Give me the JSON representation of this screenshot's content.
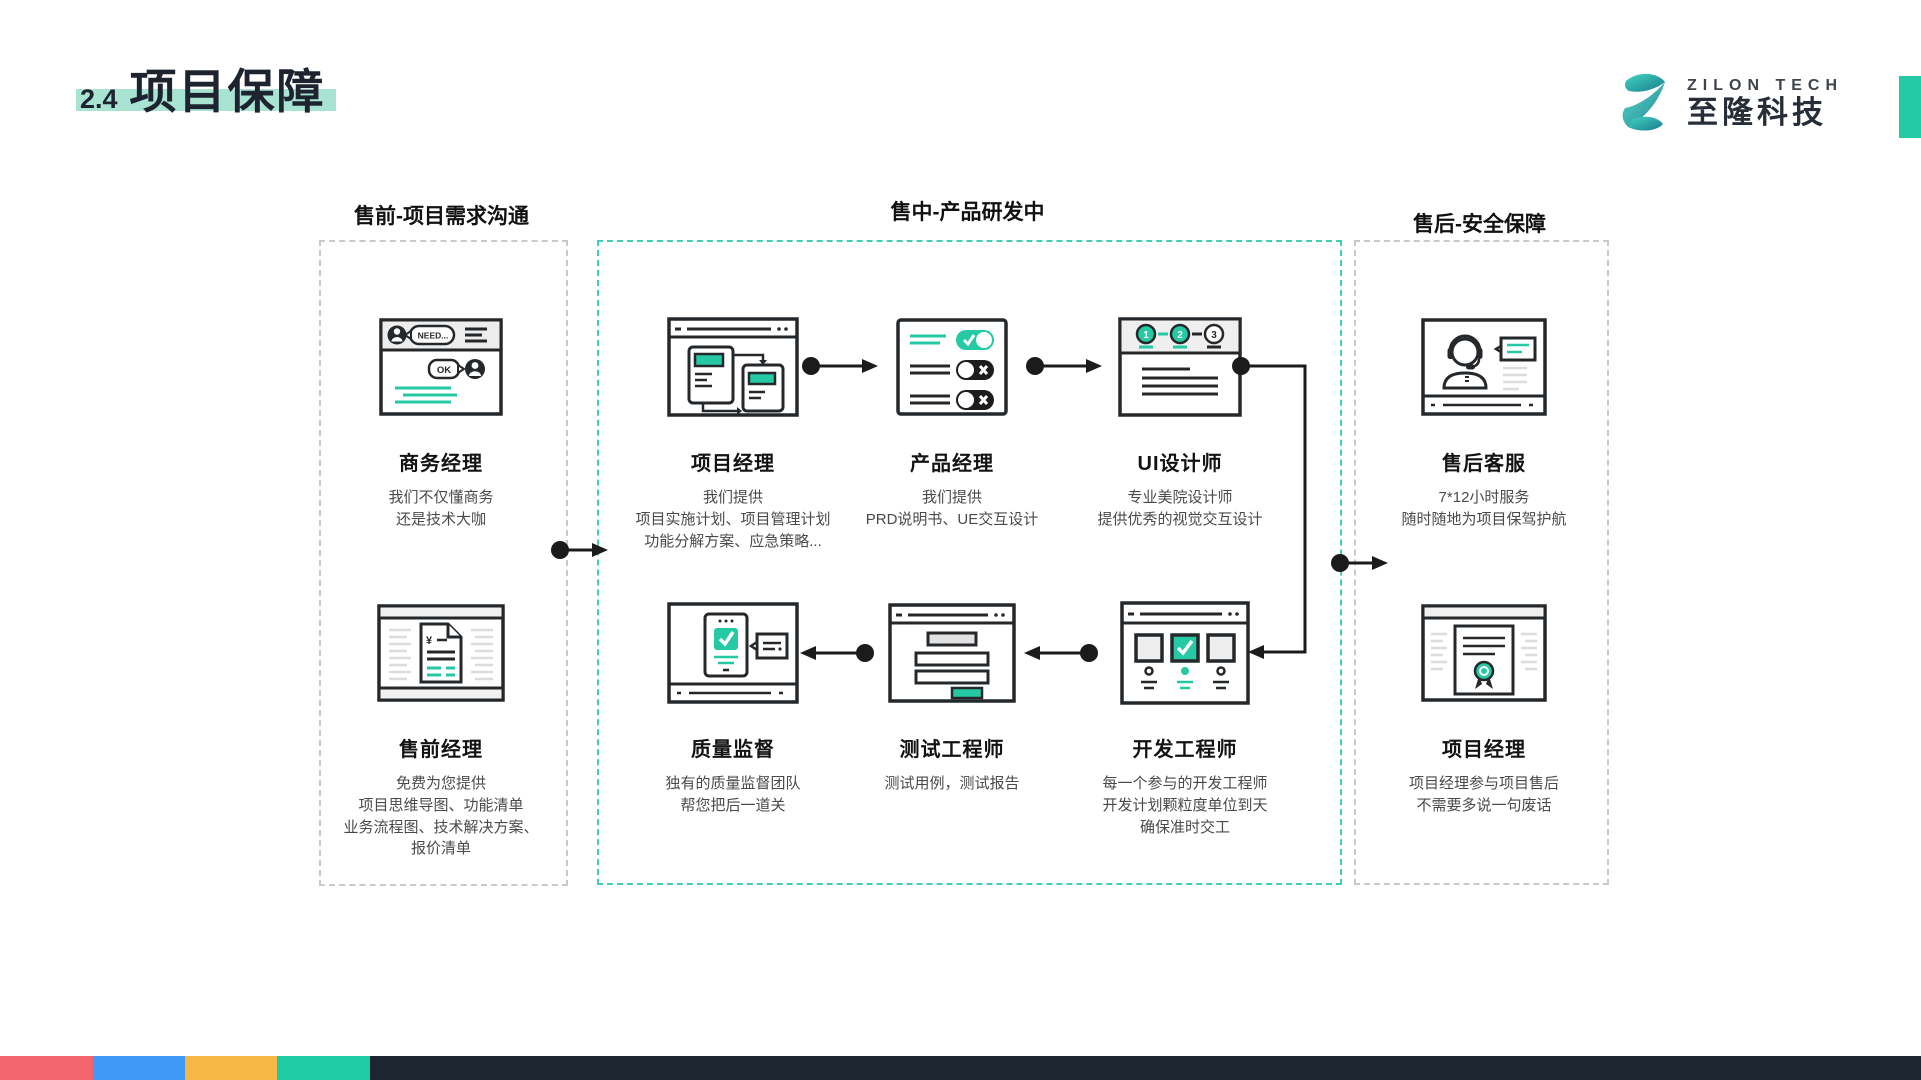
{
  "slide": {
    "number": "2.4",
    "title": "项目保障"
  },
  "logo": {
    "en": "ZILON TECH",
    "zh": "至隆科技"
  },
  "sections": [
    {
      "header": "售前-项目需求沟通",
      "cards": [
        {
          "title": "商务经理",
          "desc": [
            "我们不仅懂商务",
            "还是技术大咖"
          ]
        },
        {
          "title": "售前经理",
          "desc": [
            "免费为您提供",
            "项目思维导图、功能清单",
            "业务流程图、技术解决方案、",
            "报价清单"
          ]
        }
      ]
    },
    {
      "header": "售中-产品研发中",
      "cards": [
        {
          "title": "项目经理",
          "desc": [
            "我们提供",
            "项目实施计划、项目管理计划",
            "功能分解方案、应急策略..."
          ]
        },
        {
          "title": "产品经理",
          "desc": [
            "我们提供",
            "PRD说明书、UE交互设计"
          ]
        },
        {
          "title": "UI设计师",
          "desc": [
            "专业美院设计师",
            "提供优秀的视觉交互设计"
          ]
        },
        {
          "title": "质量监督",
          "desc": [
            "独有的质量监督团队",
            "帮您把后一道关"
          ]
        },
        {
          "title": "测试工程师",
          "desc": [
            "测试用例，测试报告"
          ]
        },
        {
          "title": "开发工程师",
          "desc": [
            "每一个参与的开发工程师",
            "开发计划颗粒度单位到天",
            "确保准时交工"
          ]
        }
      ]
    },
    {
      "header": "售后-安全保障",
      "cards": [
        {
          "title": "售后客服",
          "desc": [
            "7*12小时服务",
            "随时随地为项目保驾护航"
          ]
        },
        {
          "title": "项目经理",
          "desc": [
            "项目经理参与项目售后",
            "不需要多说一句废话"
          ]
        }
      ]
    }
  ],
  "icon_text": {
    "need": "NEED...",
    "ok": "OK",
    "yen": "¥",
    "step1": "1",
    "step2": "2",
    "step3": "3"
  },
  "colors": {
    "accent": "#25C9A4",
    "mint_highlight": "#A9E4D3",
    "dashed_teal": "#3FCFB3",
    "dark_text": "#1D2430"
  },
  "footer_stripe": [
    "#F2656C",
    "#4099F5",
    "#F5B843",
    "#1ECBA5",
    "#1D2531"
  ]
}
